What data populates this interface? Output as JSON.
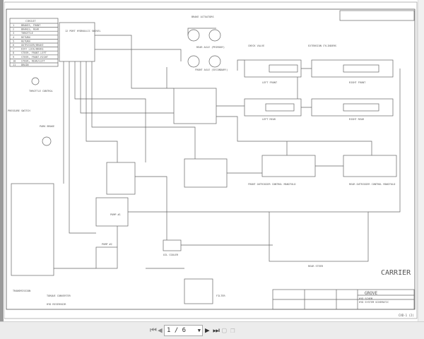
{
  "document": {
    "title_block": {
      "brand": "GROVE",
      "sub": "HYD SCHEM",
      "drawing": "HYD SYSTEM SCHEMATIC",
      "watermark": "CARRIER"
    },
    "labels": {
      "port_table_title": "CIRCUIT",
      "port_rows": [
        "BRAKES, FRONT",
        "BRAKES, REAR",
        "THROTTLE",
        "RETURN",
        "RETURN",
        "OUTRIGGER/BRAKE",
        "DIFF LOCK/BRAKE",
        "STEER, FRONT-LEFT",
        "STEER, FRONT-RIGHT",
        "STEER, REAR/LEFT",
        "DRAIN"
      ],
      "manifold": "12 PORT HYDRAULIC SWIVEL",
      "brake_actuators": "BRAKE ACTUATORS",
      "rear_axle": "REAR AXLE (PRIMARY)",
      "front_axle": "FRONT AXLE (SECONDARY)",
      "check_valve": "CHECK VALVE",
      "extension_cyl": "EXTENSION CYLINDERS",
      "left_front": "LEFT FRONT",
      "right_front": "RIGHT FRONT",
      "left_rear": "LEFT REAR",
      "right_rear": "RIGHT REAR",
      "throttle": "THROTTLE CONTROL",
      "pressure_switch": "PRESSURE SWITCH",
      "park_brake": "PARK BRAKE",
      "front_outrigger": "FRONT OUTRIGGER CONTROL MANIFOLD",
      "rear_outrigger": "REAR OUTRIGGER CONTROL MANIFOLD",
      "rear_steer": "REAR STEER",
      "pump1": "PUMP #1",
      "pump2": "PUMP #2",
      "cooler": "OIL COOLER",
      "filter": "FILTER",
      "transmission": "TRANSMISSION",
      "torque_converter": "TORQUE CONVERTER",
      "reservoir": "HYD RESERVOIR",
      "dwg_no": "CXD-1 (2)"
    }
  },
  "toolbar": {
    "page_value": "1 / 6",
    "icons": [
      "first-page",
      "prev-page",
      "next-page",
      "last-page",
      "view-single",
      "view-double"
    ]
  }
}
